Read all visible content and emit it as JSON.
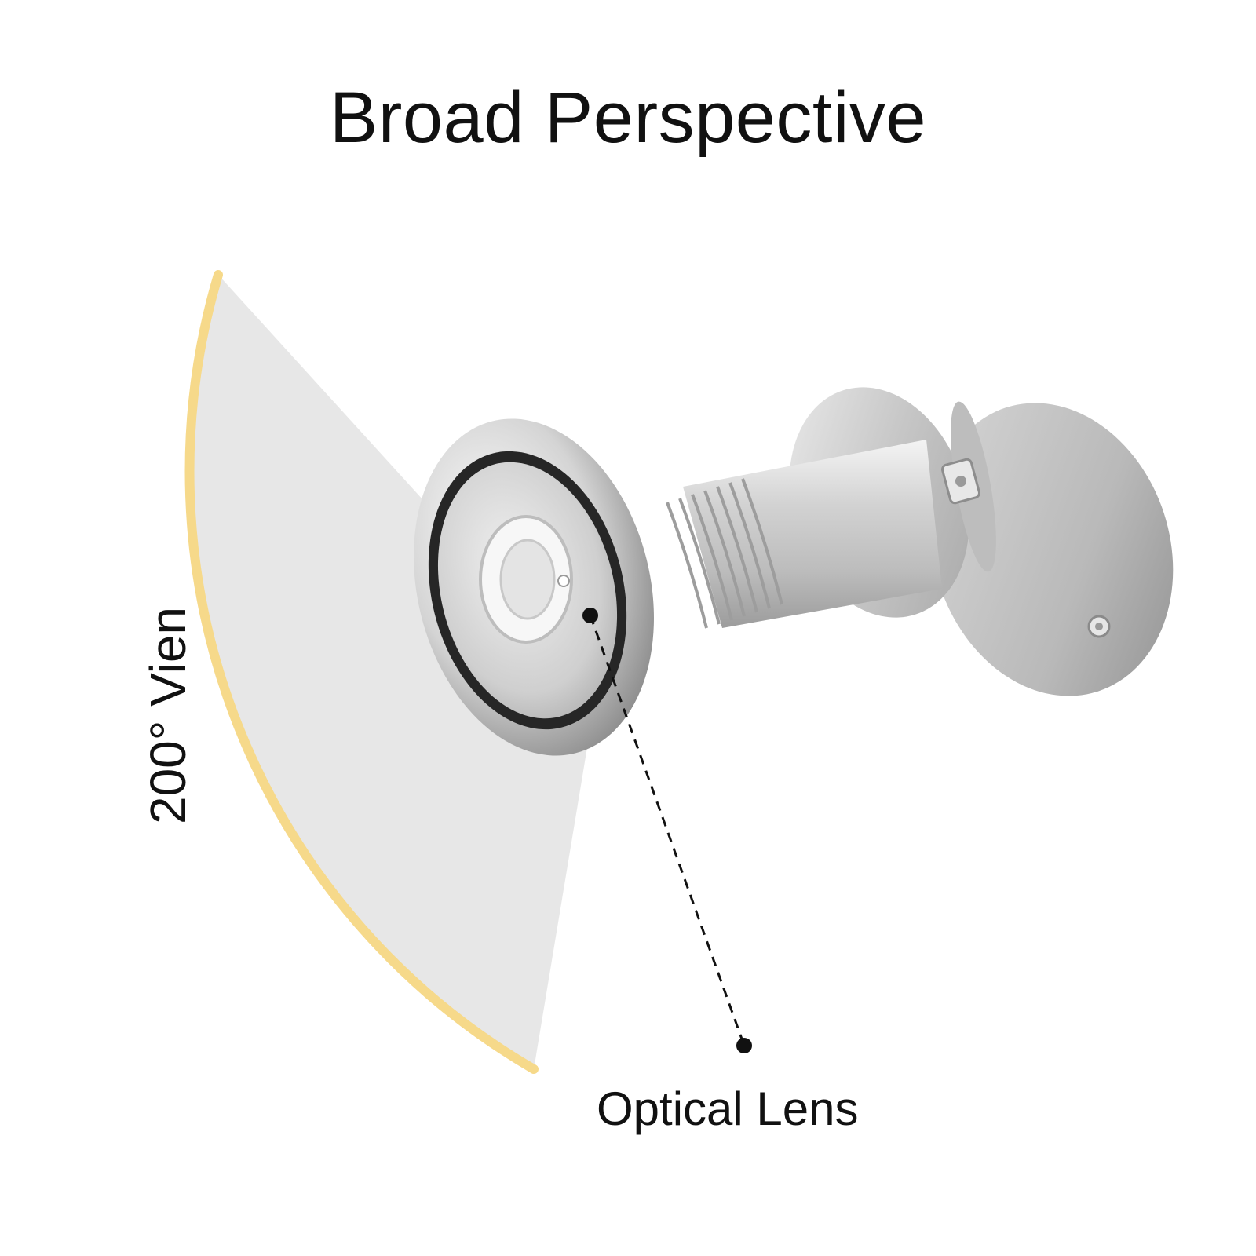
{
  "heading": "Broad Perspective",
  "view_angle_label": "200° Vien",
  "callout_label": "Optical Lens",
  "icons": {
    "product": "door-peephole-viewer",
    "field_of_view": "view-angle-wedge"
  },
  "colors": {
    "text": "#111111",
    "wedge_fill": "#e6e6e6",
    "wedge_arc": "#f6d98a",
    "metal": "#c9c9c9"
  }
}
